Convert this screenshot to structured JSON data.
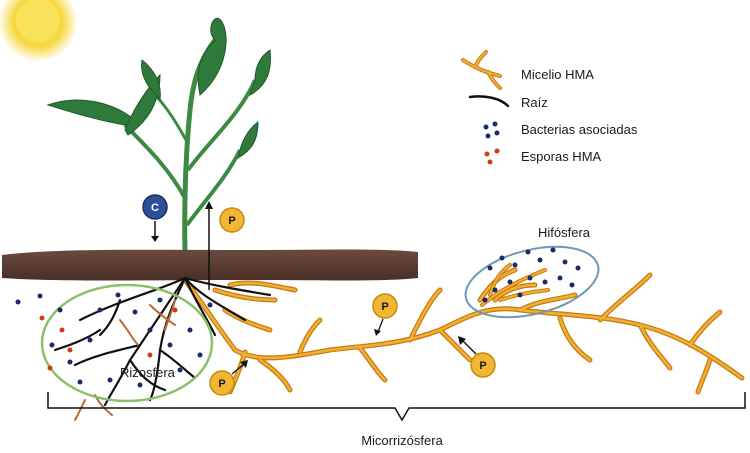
{
  "legend": {
    "items": [
      {
        "label": "Micelio HMA",
        "icon": "hyphae-icon"
      },
      {
        "label": "Raíz",
        "icon": "root-icon"
      },
      {
        "label": "Bacterias asociadas",
        "icon": "bacteria-icon"
      },
      {
        "label": "Esporas HMA",
        "icon": "spore-icon"
      }
    ]
  },
  "regions": {
    "rizosfera": "Rizosfera",
    "hifosfera": "Hifósfera",
    "micorrizosfera": "Micorrizósfera"
  },
  "badges": {
    "carbon": "C",
    "phosphorus": "P"
  },
  "colors": {
    "hyphae": "#e8a020",
    "hyphae_outline": "#c97a10",
    "root": "#111111",
    "bacteria": "#1a2a6b",
    "spore": "#d23a1a",
    "soil": "#5a3a30",
    "leaf": "#2f7a3a",
    "sun": "#f6d63a",
    "carbon_badge": "#2c4f9a",
    "phosphorus_badge": "#f2b632",
    "rizosfera_ring": "#8cbf6a",
    "hifosfera_ring": "#6a9ab5"
  }
}
